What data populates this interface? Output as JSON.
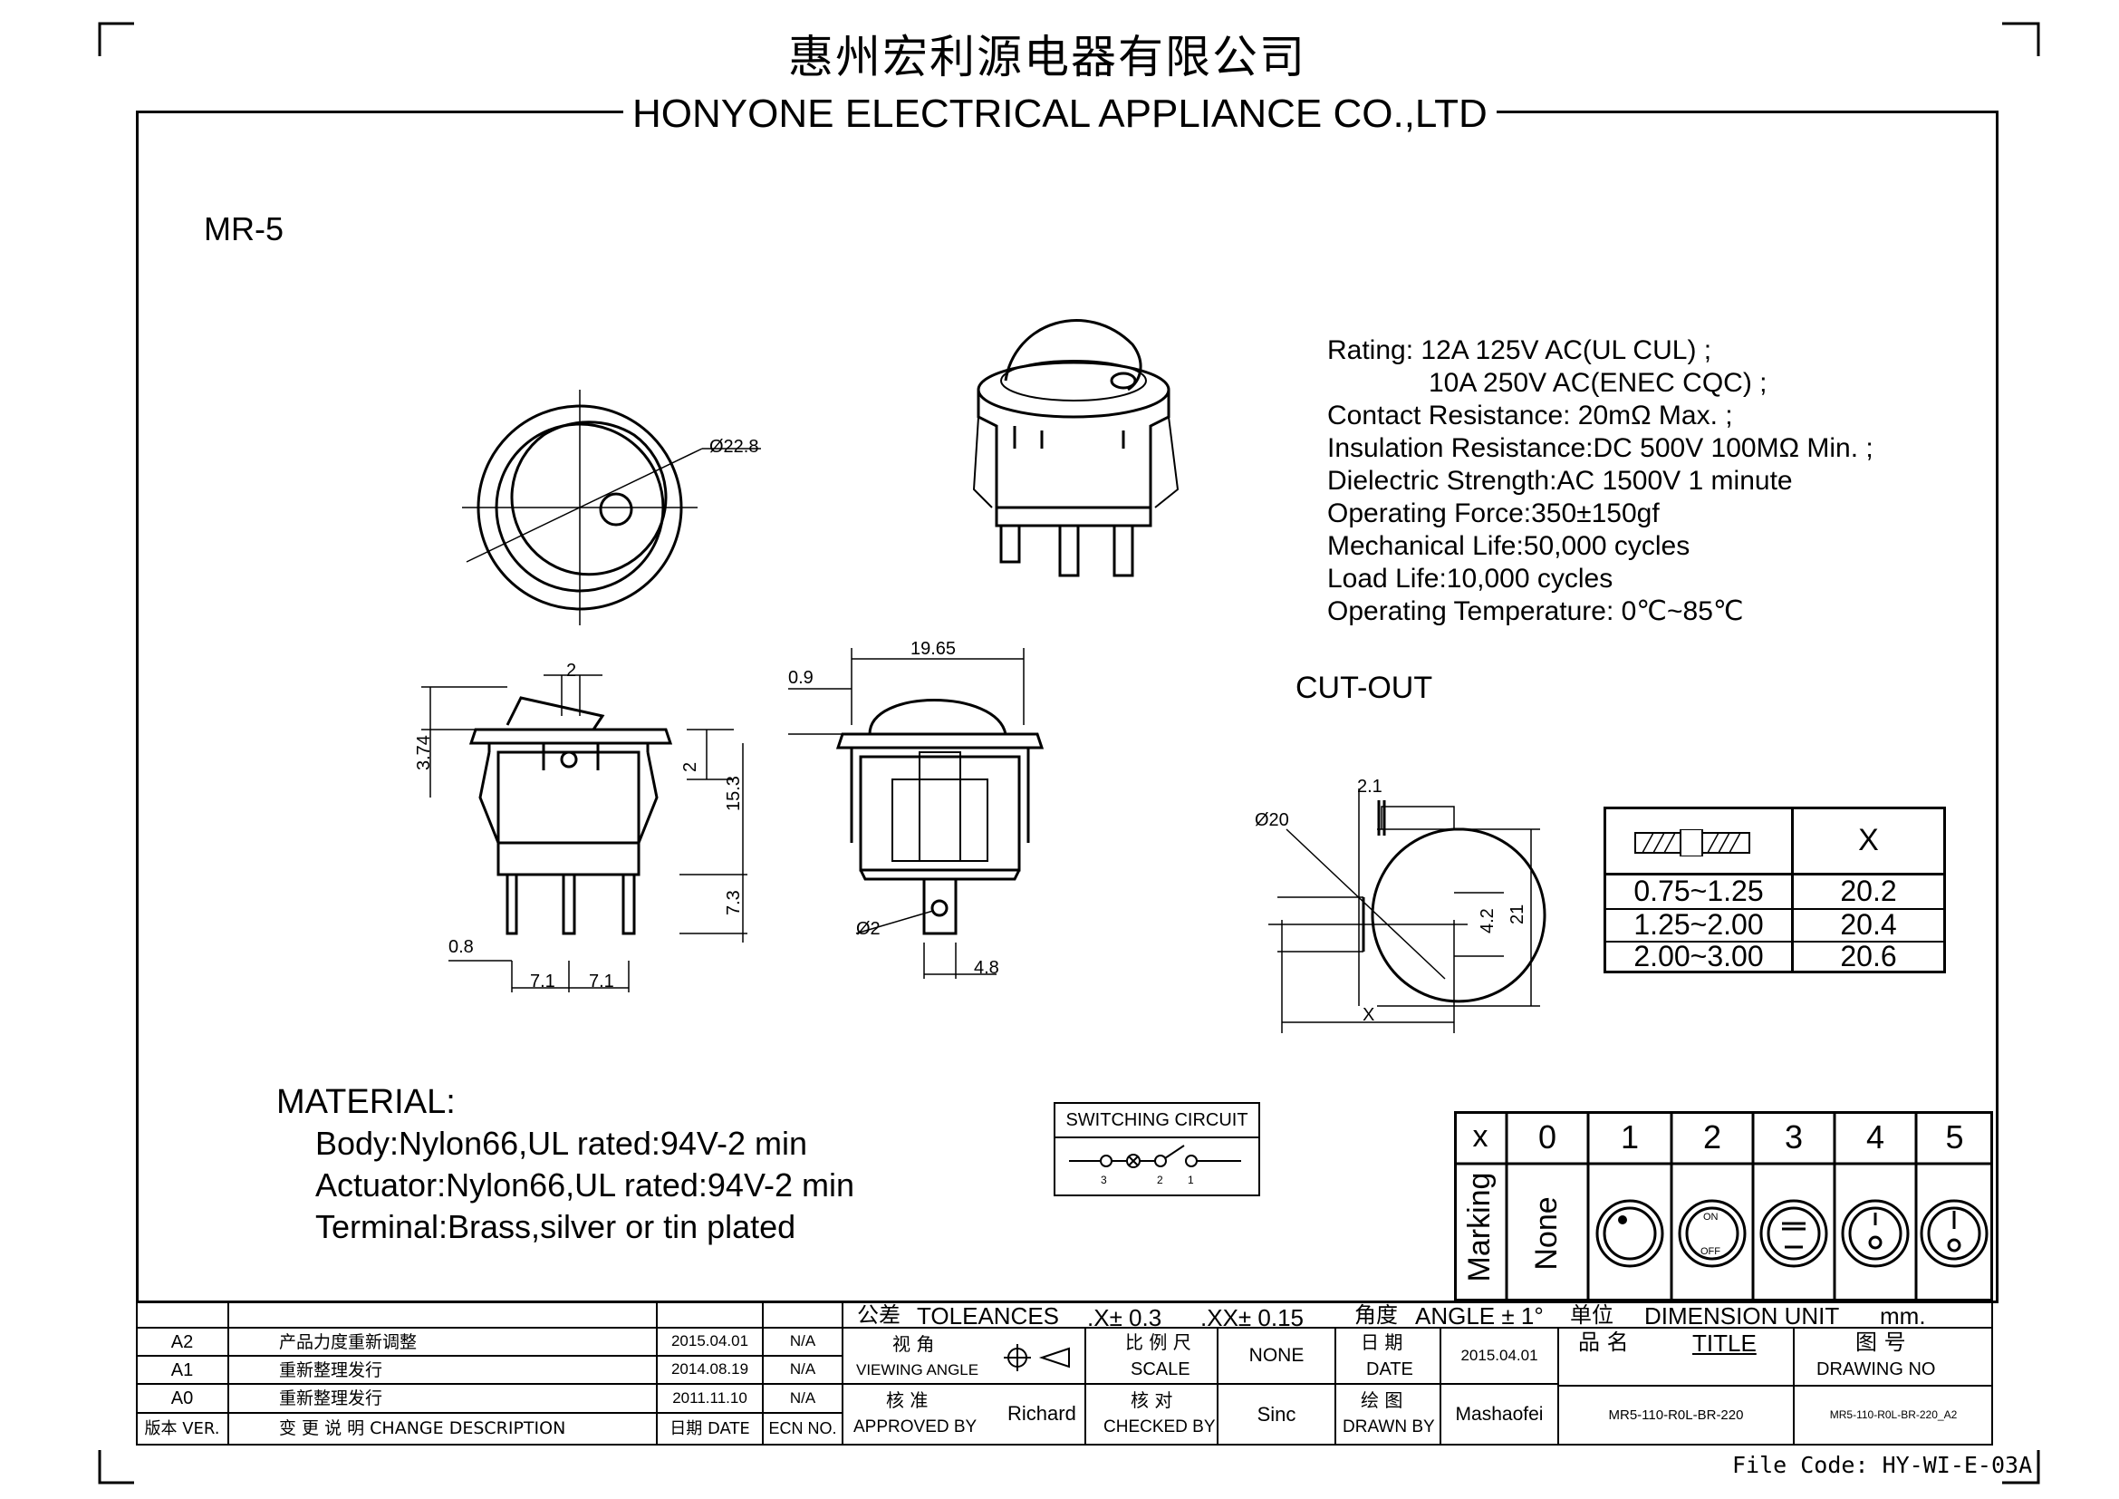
{
  "header": {
    "company_cn": "惠州宏利源电器有限公司",
    "company_en": "HONYONE ELECTRICAL APPLIANCE  CO.,LTD"
  },
  "model": "MR-5",
  "specs": [
    "Rating: 12A   125V AC(UL CUL) ;",
    "10A   250V AC(ENEC CQC) ;",
    "Contact Resistance: 20mΩ Max. ;",
    "Insulation Resistance:DC 500V 100MΩ  Min. ;",
    "Dielectric Strength:AC 1500V 1 minute",
    "Operating Force:350±150gf",
    "Mechanical Life:50,000 cycles",
    "Load Life:10,000 cycles",
    "Operating Temperature: 0℃~85℃"
  ],
  "dims": {
    "top_dia": "Ø22.8",
    "two": "2",
    "h374": "3.74",
    "h2": "2",
    "h153": "15.3",
    "h73": "7.3",
    "w08": "0.8",
    "p71a": "7.1",
    "p71b": "7.1",
    "w1965": "19.65",
    "w09": "0.9",
    "dia2": "Ø2",
    "w48": "4.8"
  },
  "cutout": {
    "title": "CUT-OUT",
    "w21": "2.1",
    "dia20": "Ø20",
    "h42": "4.2",
    "h21": "21",
    "x": "X"
  },
  "thickness_table": {
    "header_x": "X",
    "rows": [
      {
        "range": "0.75~1.25",
        "x": "20.2"
      },
      {
        "range": "1.25~2.00",
        "x": "20.4"
      },
      {
        "range": "2.00~3.00",
        "x": "20.6"
      }
    ]
  },
  "material": {
    "title": "MATERIAL:",
    "lines": [
      "Body:Nylon66,UL rated:94V-2 min",
      "Actuator:Nylon66,UL rated:94V-2 min",
      "Terminal:Brass,silver or tin plated"
    ]
  },
  "switching": {
    "title": "SWITCHING CIRCUIT",
    "pins": [
      "3",
      "2",
      "1"
    ]
  },
  "marking": {
    "x_label": "x",
    "row_label": "Marking",
    "cols": [
      "0",
      "1",
      "2",
      "3",
      "4",
      "5"
    ],
    "none": "None",
    "on": "ON",
    "off": "OFF"
  },
  "title_block": {
    "tolerances_cn": "公差",
    "tolerances": "TOLEANCES",
    "tol1": ".X± 0.3",
    "tol2": ".XX± 0.15",
    "angle_cn": "角度",
    "angle": "ANGLE ± 1°",
    "unit_cn": "单位",
    "unit": "DIMENSION UNIT",
    "unit_val": "mm.",
    "revisions": [
      {
        "ver": "A2",
        "desc": "产品力度重新调整",
        "date": "2015.04.01",
        "ecn": "N/A"
      },
      {
        "ver": "A1",
        "desc": "重新整理发行",
        "date": "2014.08.19",
        "ecn": "N/A"
      },
      {
        "ver": "A0",
        "desc": "重新整理发行",
        "date": "2011.11.10",
        "ecn": "N/A"
      }
    ],
    "ver_hdr": "版本 VER.",
    "desc_hdr": "变 更 说 明   CHANGE DESCRIPTION",
    "date_hdr": "日期 DATE",
    "ecn_hdr": "ECN NO.",
    "view_cn": "视 角",
    "view_en": "VIEWING ANGLE",
    "scale_cn": "比 例 尺",
    "scale_en": "SCALE",
    "scale_val": "NONE",
    "date_cn": "日 期",
    "date_en": "DATE",
    "date_val": "2015.04.01",
    "title_cn": "品 名",
    "title_en": "TITLE",
    "title_val": "MR5-110-R0L-BR-220",
    "dwg_cn": "图 号",
    "dwg_en": "DRAWING NO",
    "dwg_val": "MR5-110-R0L-BR-220_A2",
    "appr_cn": "核 准",
    "appr_en": "APPROVED BY",
    "appr_val": "Richard",
    "chk_cn": "核 对",
    "chk_en": "CHECKED BY",
    "chk_val": "Sinc",
    "drawn_cn": "绘 图",
    "drawn_en": "DRAWN BY",
    "drawn_val": "Mashaofei"
  },
  "file_code": "File Code: HY-WI-E-03A"
}
